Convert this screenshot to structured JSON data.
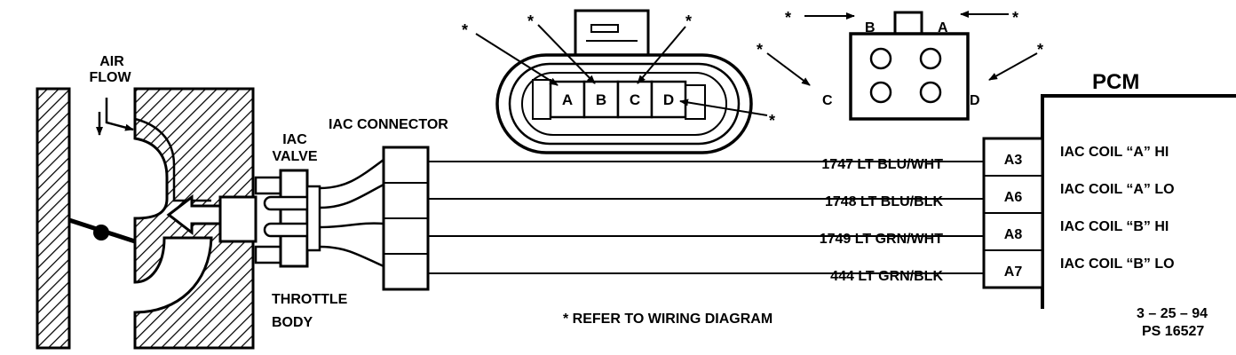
{
  "labels": {
    "air_flow_line1": "AIR",
    "air_flow_line2": "FLOW",
    "iac_valve_line1": "IAC",
    "iac_valve_line2": "VALVE",
    "iac_connector": "IAC CONNECTOR",
    "throttle_body_line1": "THROTTLE",
    "throttle_body_line2": "BODY",
    "pcm": "PCM",
    "footnote": "* REFER TO WIRING DIAGRAM",
    "date_code": "3 – 25 – 94",
    "part_number": "PS 16527"
  },
  "connector_pins": [
    "A",
    "B",
    "C",
    "D"
  ],
  "square_connector_pins": {
    "b": "B",
    "a": "A",
    "c": "C",
    "d": "D"
  },
  "asterisk": "*",
  "wires": [
    {
      "circuit": "1747 LT BLU/WHT",
      "pcm_pin": "A3",
      "function": "IAC COIL “A” HI"
    },
    {
      "circuit": "1748 LT BLU/BLK",
      "pcm_pin": "A6",
      "function": "IAC COIL “A” LO"
    },
    {
      "circuit": "1749 LT GRN/WHT",
      "pcm_pin": "A8",
      "function": "IAC COIL “B” HI"
    },
    {
      "circuit": "444 LT GRN/BLK",
      "pcm_pin": "A7",
      "function": "IAC COIL “B” LO"
    }
  ]
}
